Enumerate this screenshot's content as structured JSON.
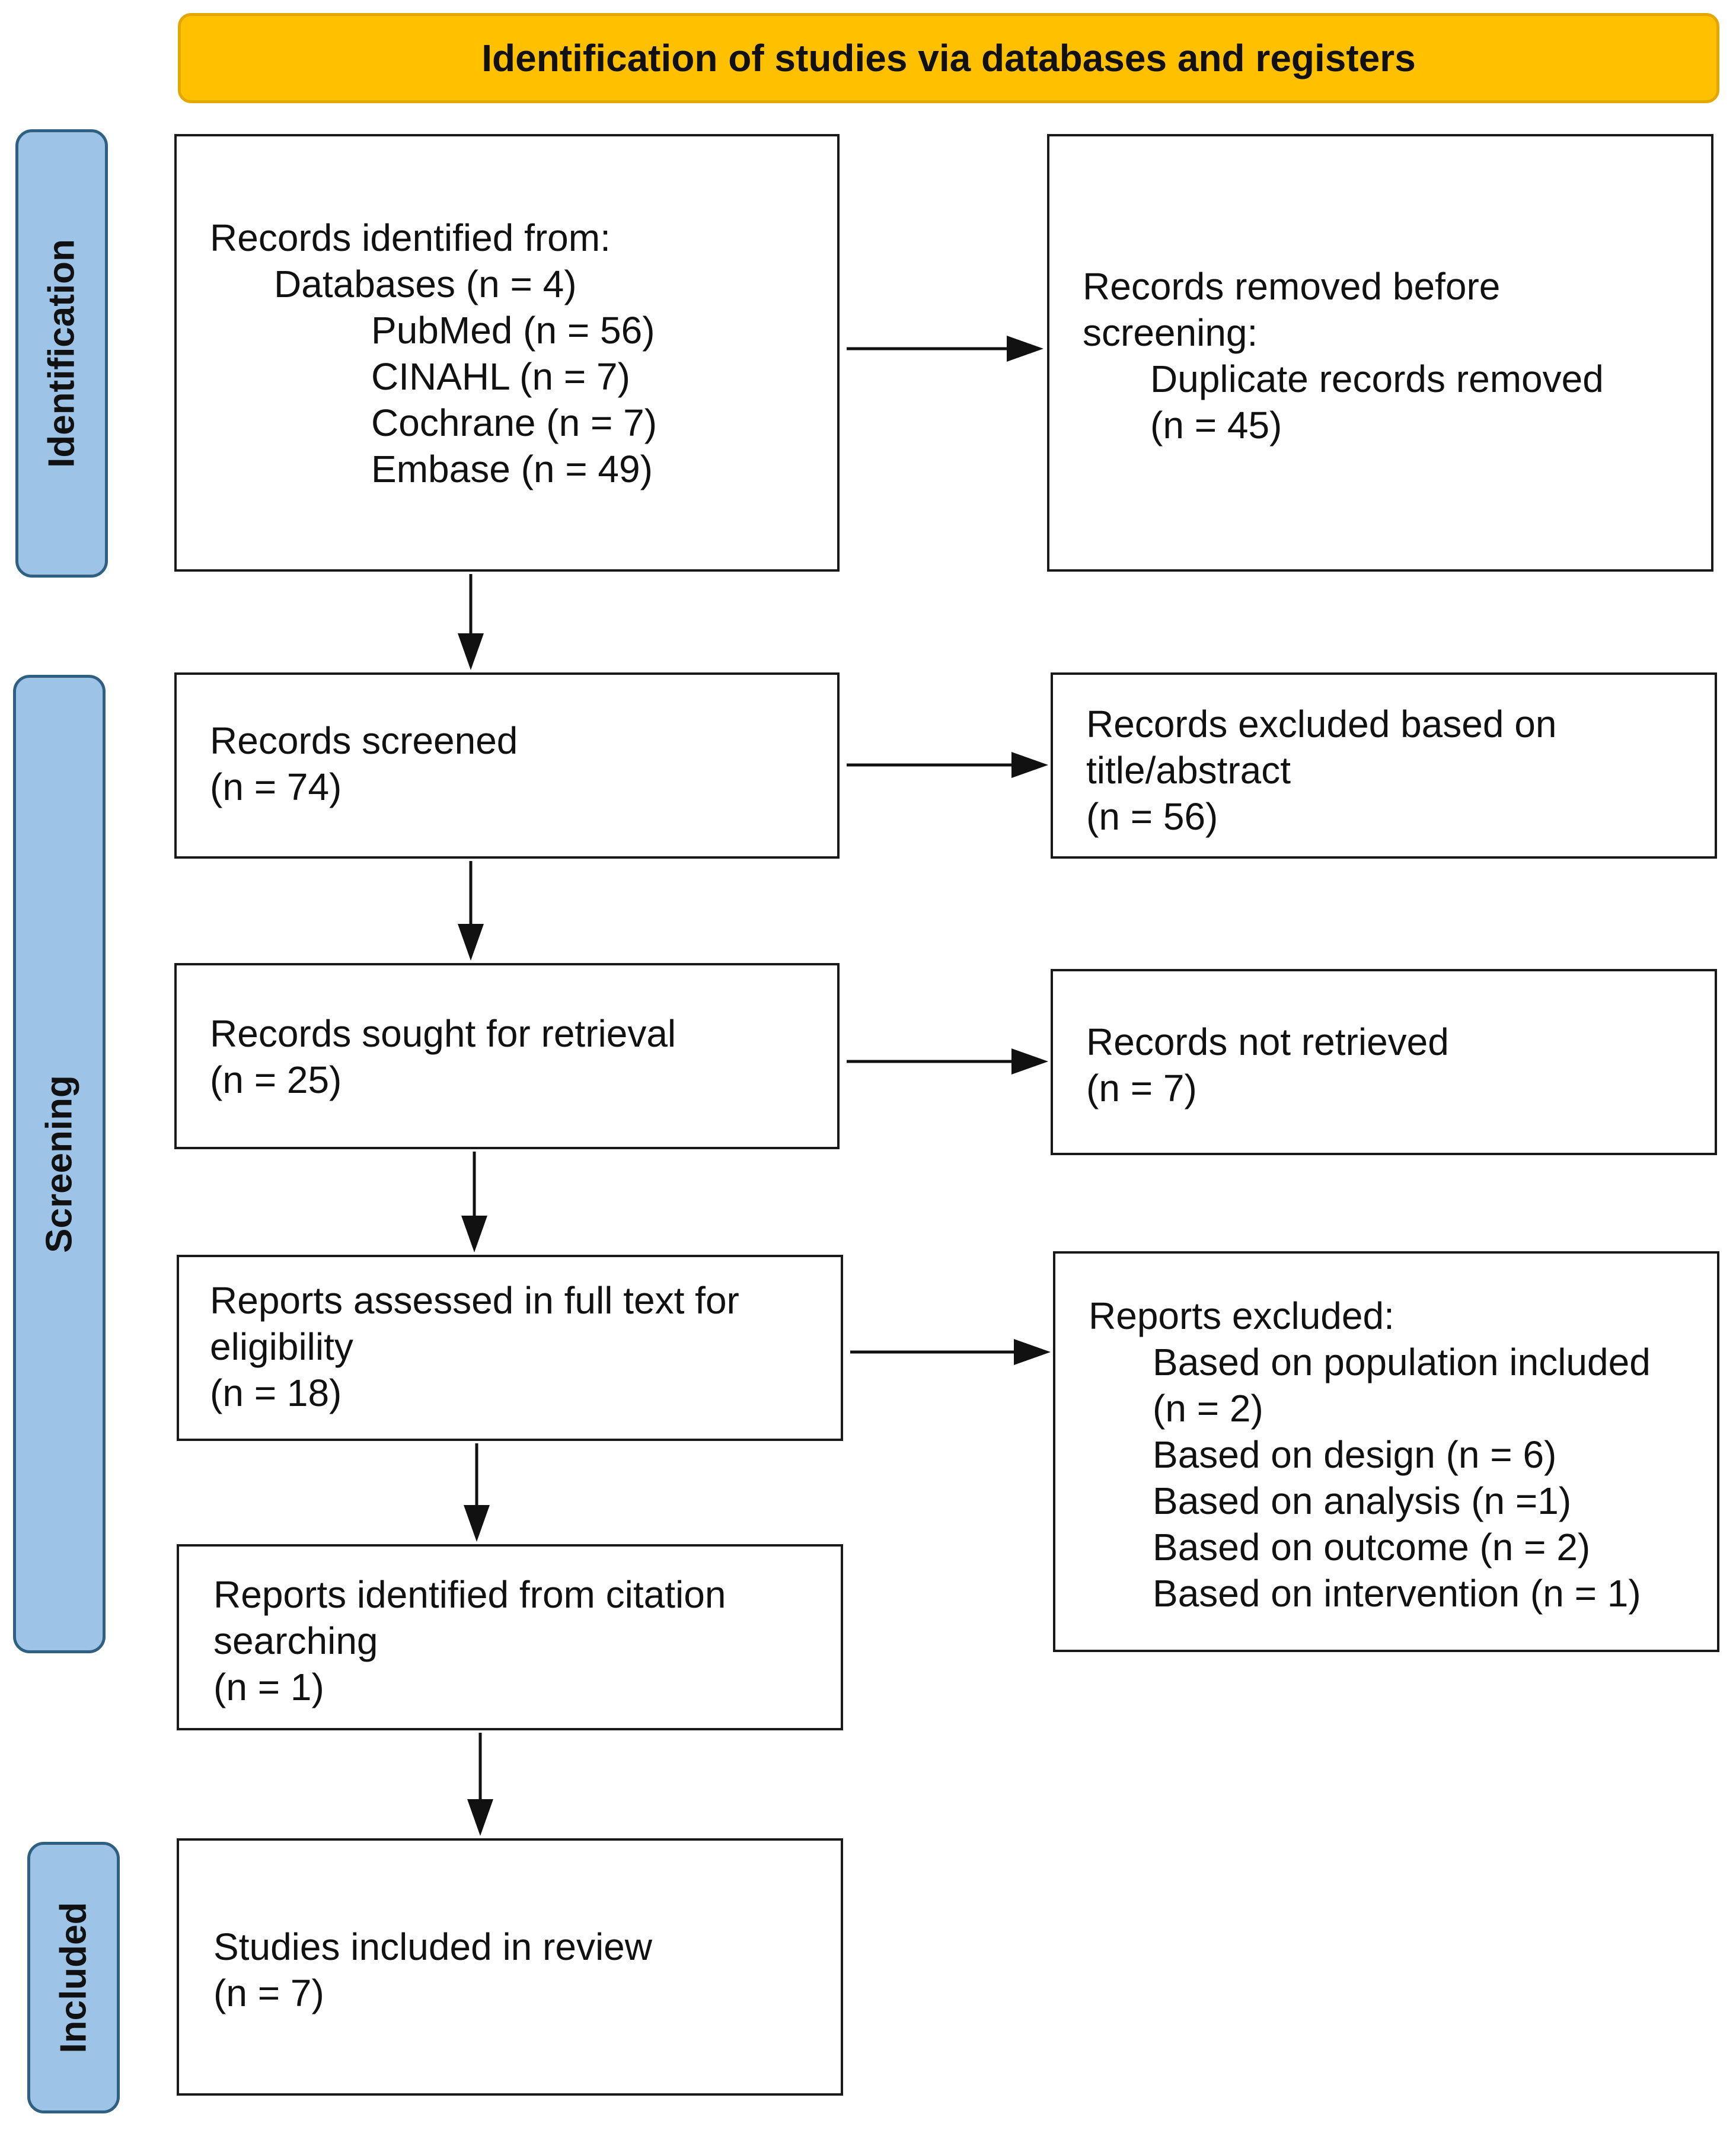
{
  "colors": {
    "banner": "#ffc000",
    "phase": "#9dc3e6",
    "phase_border": "#2f6082",
    "box_border": "#1a1a1a"
  },
  "banner": "Identification of studies via databases and registers",
  "phases": {
    "identification": "Identification",
    "screening": "Screening",
    "included": "Included"
  },
  "boxes": {
    "records_identified": {
      "title": "Records identified from:",
      "databases": "Databases (n = 4)",
      "pubmed": "PubMed (n = 56)",
      "cinahl": "CINAHL (n = 7)",
      "cochrane": "Cochrane (n = 7)",
      "embase": "Embase (n = 49)"
    },
    "removed": {
      "line1": "Records removed before",
      "line2": "screening:",
      "line3": "Duplicate records removed",
      "line4": "(n = 45)"
    },
    "screened": {
      "line1": "Records screened",
      "line2": "(n = 74)"
    },
    "excluded_title": {
      "line1": "Records excluded based on",
      "line2": "title/abstract",
      "line3": "(n = 56)"
    },
    "sought": {
      "line1": "Records sought for retrieval",
      "line2": "(n = 25)"
    },
    "not_retrieved": {
      "line1": "Records not retrieved",
      "line2": "(n = 7)"
    },
    "assessed": {
      "line1": "Reports assessed in full text for",
      "line2": "eligibility",
      "line3": "(n = 18)"
    },
    "reports_excluded": {
      "title": "Reports excluded:",
      "pop1": "Based on population included",
      "pop2": "(n = 2)",
      "design": "Based on design (n = 6)",
      "analysis": "Based on analysis (n =1)",
      "outcome": "Based on outcome (n = 2)",
      "intervention": "Based on intervention (n = 1)"
    },
    "citation": {
      "line1": "Reports identified from citation",
      "line2": "searching",
      "line3": "(n = 1)"
    },
    "included": {
      "line1": "Studies included in review",
      "line2": "(n = 7)"
    }
  }
}
